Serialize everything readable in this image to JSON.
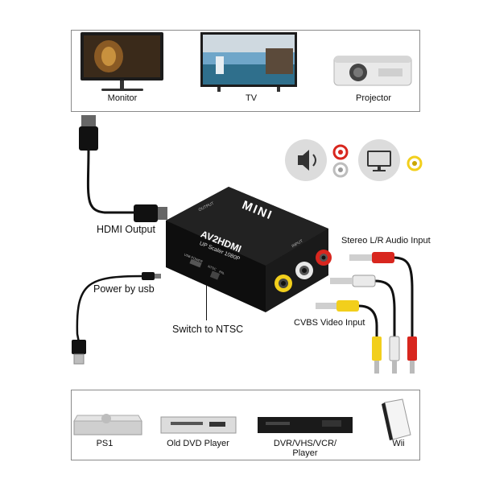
{
  "top_devices": [
    {
      "label": "Monitor",
      "icon": "monitor-icon"
    },
    {
      "label": "TV",
      "icon": "tv-icon"
    },
    {
      "label": "Projector",
      "icon": "projector-icon"
    }
  ],
  "bottom_devices": [
    {
      "label": "PS1",
      "icon": "ps1-console-icon"
    },
    {
      "label": "Old DVD Player",
      "icon": "dvd-player-icon"
    },
    {
      "label": "DVR/VHS/VCR/ Player",
      "icon": "dvr-vhs-player-icon"
    },
    {
      "label": "Wii",
      "icon": "wii-console-icon"
    }
  ],
  "box": {
    "brand": "MINI",
    "model": "AV2HDMI",
    "subtitle": "UP Scaler 1080P",
    "output_port": "OUTPUT",
    "input_port": "INPUT",
    "power_port": "USB POWER",
    "switch_ntsc": "NTSC",
    "switch_pal": "PAL"
  },
  "callouts": {
    "hdmi_output": "HDMI Output",
    "power_by_usb": "Power by usb",
    "switch_to_ntsc": "Switch to NTSC",
    "stereo_audio": "Stereo L/R Audio Input",
    "cvbs_video": "CVBS Video Input"
  },
  "colors": {
    "audio_red": "#d8261e",
    "audio_white": "#f2f2f2",
    "video_yellow": "#f2cf1c",
    "box_black": "#151515"
  }
}
